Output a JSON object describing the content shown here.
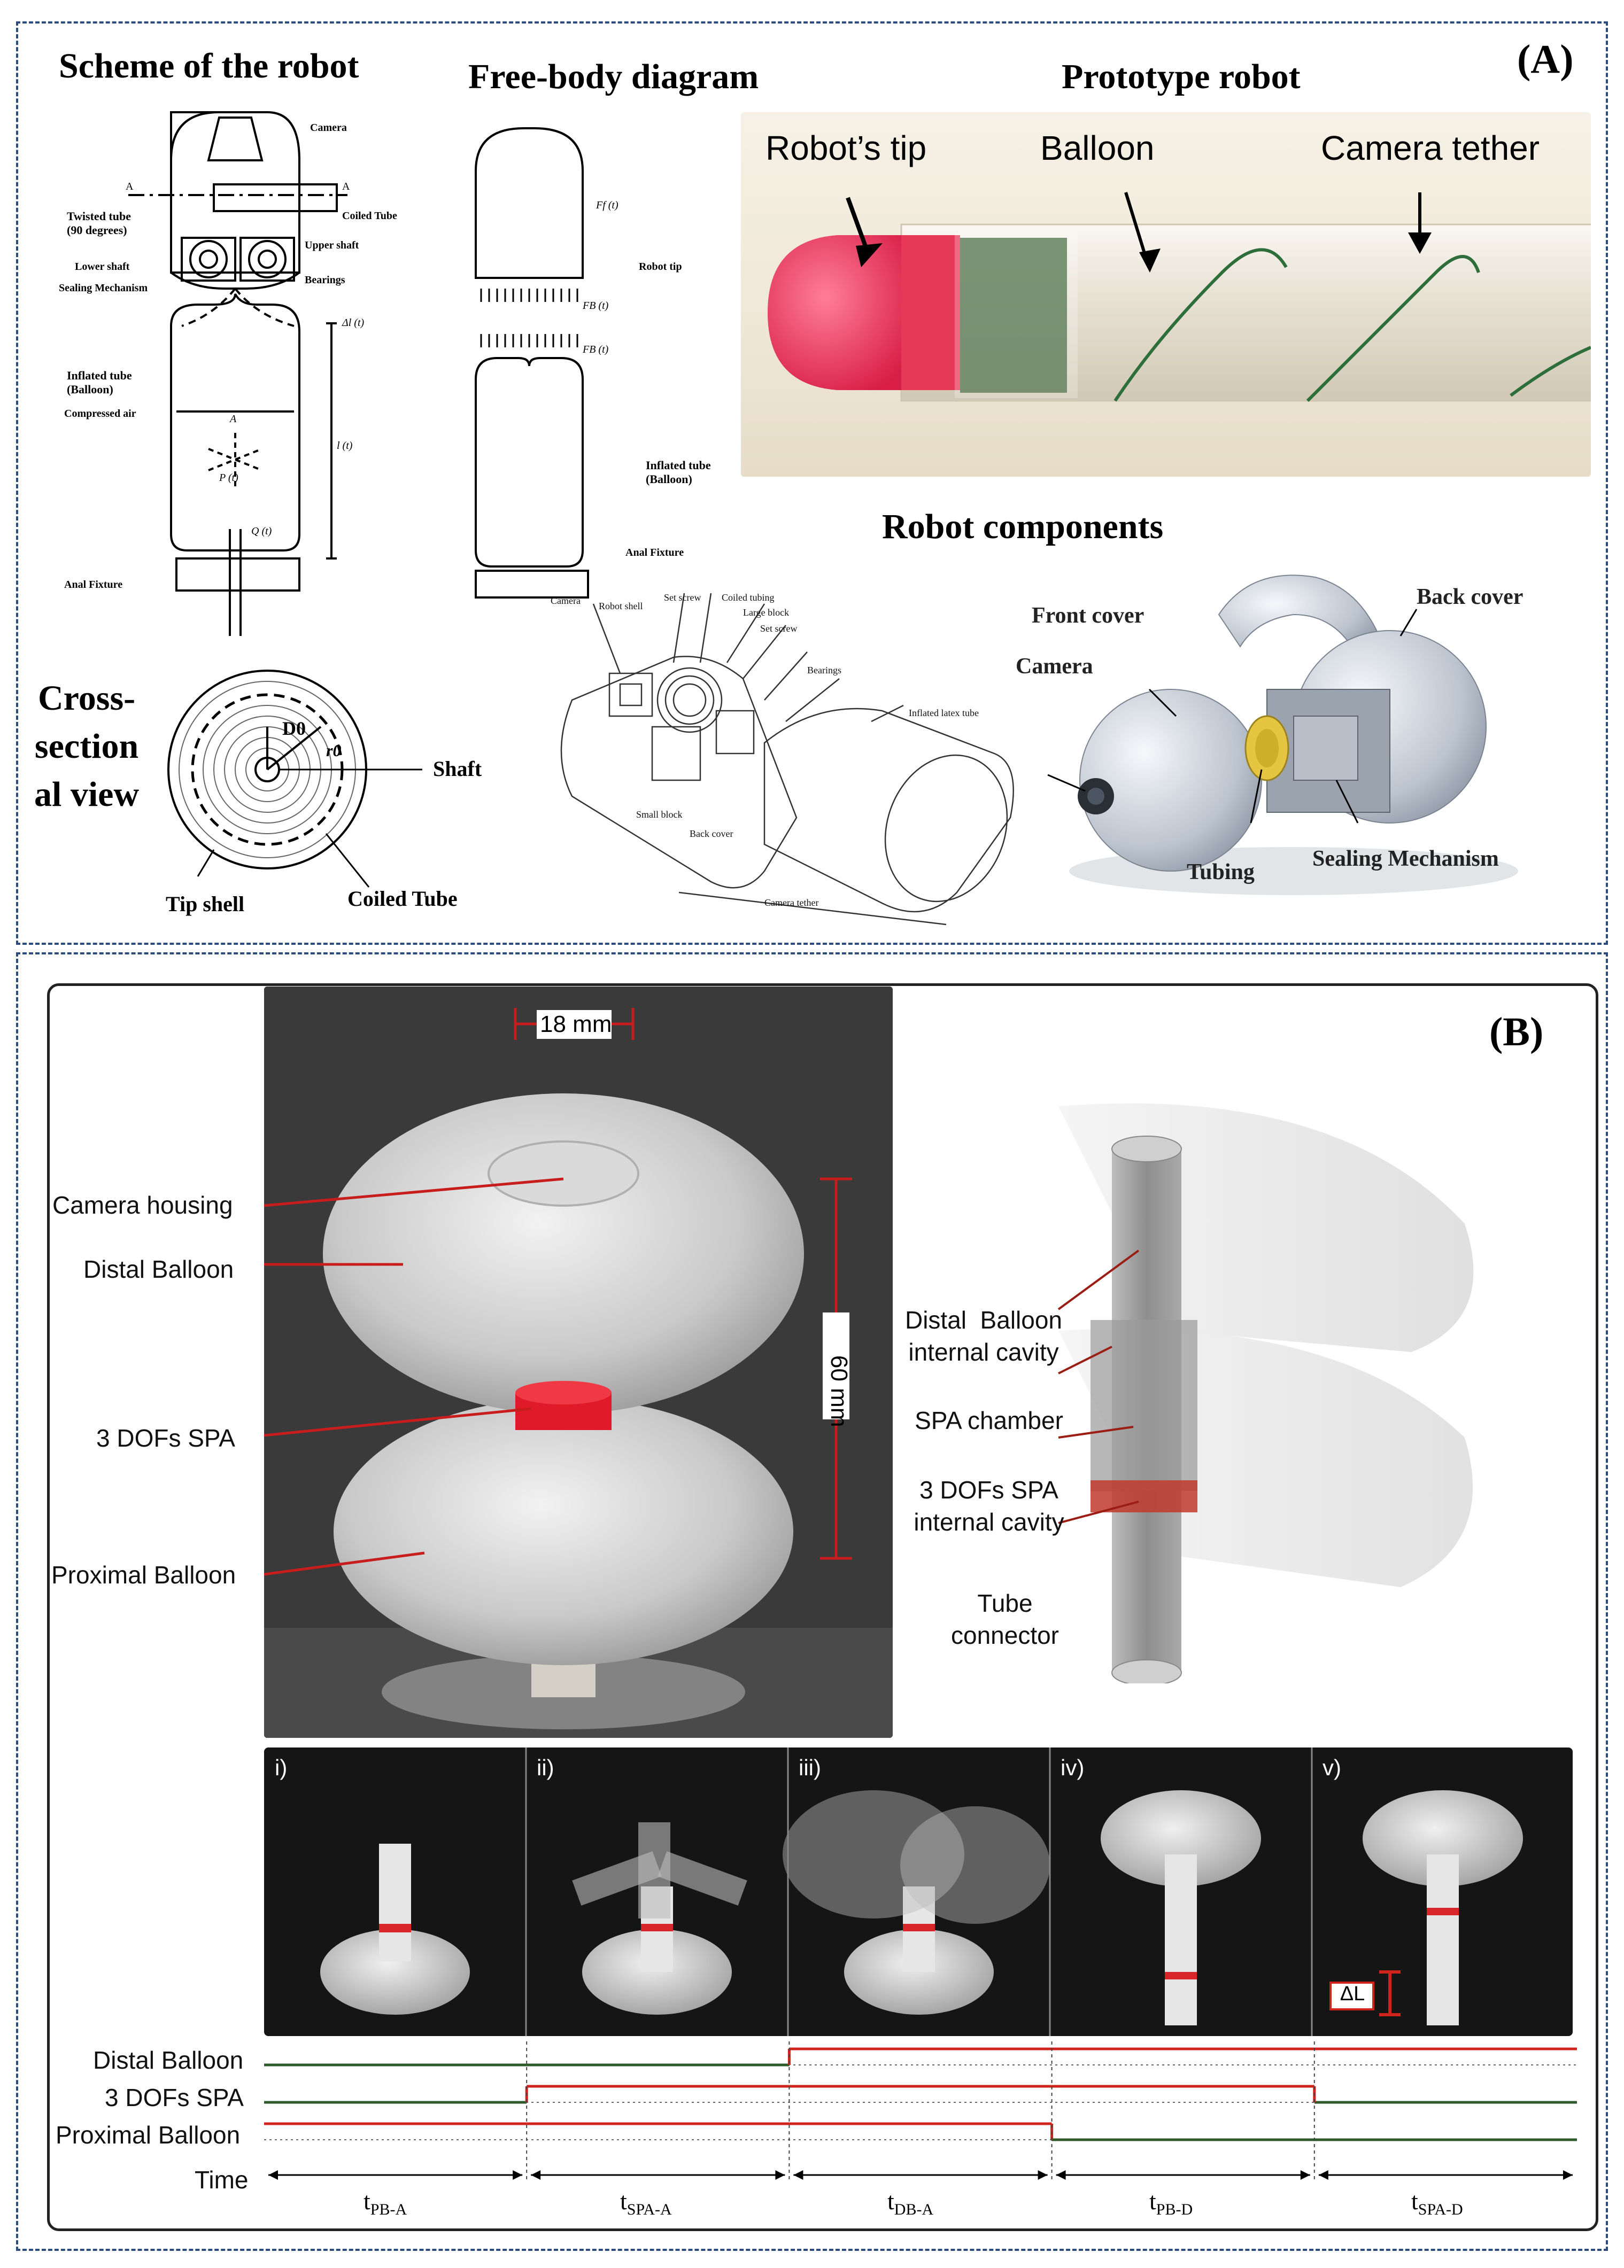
{
  "panel_a": {
    "label": "(A)",
    "scheme_title": "Scheme of the robot",
    "fbd_title": "Free-body diagram",
    "prototype_title": "Prototype robot",
    "components_title": "Robot components",
    "cross_section_title": "Cross-\nsection\nal view",
    "scheme_labels": {
      "camera": "Camera",
      "coiled_tube": "Coiled Tube",
      "twisted_tube": "Twisted tube\n(90 degrees)",
      "upper_shaft": "Upper shaft",
      "lower_shaft": "Lower shaft",
      "bearings": "Bearings",
      "sealing": "Sealing Mechanism",
      "inflated_tube": "Inflated tube\n(Balloon)",
      "compressed_air": "Compressed air",
      "anal_fixture": "Anal Fixture",
      "section_a": "A",
      "dl": "Δl (t)",
      "l": "l (t)",
      "area": "A",
      "p": "P (t)",
      "q": "Q (t)"
    },
    "fbd_labels": {
      "ff": "Ff (t)",
      "robot_tip": "Robot tip",
      "fb_top": "FB (t)",
      "fb_bottom": "FB (t)",
      "inflated_tube": "Inflated tube\n(Balloon)",
      "anal_fixture": "Anal Fixture"
    },
    "cross_labels": {
      "d0": "D0",
      "ri": "r0",
      "shaft": "Shaft",
      "tip_shell": "Tip shell",
      "coiled_tube": "Coiled Tube"
    },
    "photo_labels": {
      "tip": "Robot’s tip",
      "balloon": "Balloon",
      "tether": "Camera tether"
    },
    "exploded_labels": {
      "camera": "Camera",
      "robot_shell": "Robot shell",
      "set_screw": "Set screw",
      "coiled_tubing": "Coiled tubing",
      "large_block": "Large block",
      "set_screw2": "Set screw",
      "bearings": "Bearings",
      "inflated_latex": "Inflated latex tube",
      "small_block": "Small block",
      "back_cover": "Back cover",
      "camera_tether": "Camera tether"
    },
    "component_labels": {
      "front_cover": "Front cover",
      "back_cover": "Back cover",
      "camera": "Camera",
      "tubing": "Tubing",
      "sealing": "Sealing Mechanism"
    }
  },
  "panel_b": {
    "label": "(B)",
    "dim_width": "18 mm",
    "dim_height": "60 mm",
    "photo_labels": [
      "Camera housing",
      "Distal Balloon",
      "3 DOFs SPA",
      "Proximal Balloon"
    ],
    "cutaway_labels": [
      "Distal  Balloon\ninternal cavity",
      "SPA chamber",
      "3 DOFs SPA\ninternal cavity",
      "Tube\nconnector"
    ],
    "steps": [
      "i)",
      "ii)",
      "iii)",
      "iv)",
      "v)"
    ],
    "delta_l": "ΔL",
    "timing": {
      "rows": [
        "Distal Balloon",
        "3 DOFs SPA",
        "Proximal Balloon"
      ],
      "time_label": "Time",
      "phases": [
        {
          "main": "t",
          "sub": "PB-A"
        },
        {
          "main": "t",
          "sub": "SPA-A"
        },
        {
          "main": "t",
          "sub": "DB-A"
        },
        {
          "main": "t",
          "sub": "PB-D"
        },
        {
          "main": "t",
          "sub": "SPA-D"
        }
      ],
      "states": {
        "Distal Balloon": [
          0,
          0,
          1,
          1,
          1
        ],
        "3 DOFs SPA": [
          0,
          1,
          1,
          1,
          0
        ],
        "Proximal Balloon": [
          1,
          1,
          1,
          0,
          0
        ]
      },
      "on_color": "#d0231c",
      "off_color": "#2f5a2a"
    }
  }
}
